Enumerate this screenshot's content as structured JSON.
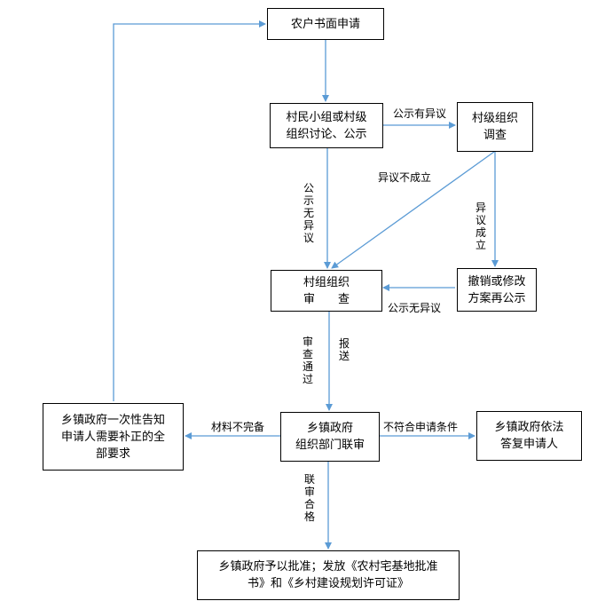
{
  "nodes": {
    "apply": [
      "农户书面申请"
    ],
    "discuss": [
      "村民小组或村级",
      "组织讨论、公示"
    ],
    "survey": [
      "村级组织",
      "调查"
    ],
    "review": [
      "村组组织",
      "审　　查"
    ],
    "revoke": [
      "撤销或修改",
      "方案再公示"
    ],
    "joint": [
      "乡镇政府",
      "组织部门联审"
    ],
    "notify": [
      "乡镇政府一次性告知",
      "申请人需要补正的全",
      "部要求"
    ],
    "reply": [
      "乡镇政府依法",
      "答复申请人"
    ],
    "approve": [
      "乡镇政府予以批准；发放《农村宅基地批准",
      "书》和《乡村建设规划许可证》"
    ]
  },
  "labels": {
    "objection": "公示有异议",
    "no_objection_v": "公示无异议",
    "objection_invalid": "异议不成立",
    "objection_valid": "异议成立",
    "no_objection_h": "公示无异议",
    "passed": "审查通过",
    "report": "报送",
    "incomplete": "材料不完备",
    "not_qualified": "不符合申请条件",
    "joint_passed": "联审合格"
  },
  "colors": {
    "arrow": "#5b9bd5",
    "border": "#000000"
  }
}
